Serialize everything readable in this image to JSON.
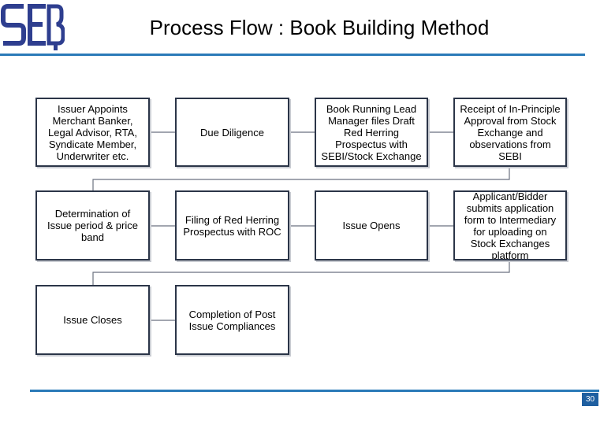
{
  "page": {
    "title": "Process Flow : Book Building Method",
    "page_number": "30"
  },
  "logo": {
    "text": "SEBI",
    "color": "#2e3e8f"
  },
  "colors": {
    "accent_rule": "#2a7ab8",
    "box_border": "#2b3548",
    "connector": "#6b7280",
    "page_badge": "#1f5fa0"
  },
  "steps": [
    {
      "id": "s1",
      "label": "Issuer Appoints Merchant Banker, Legal Advisor, RTA, Syndicate Member, Underwriter etc."
    },
    {
      "id": "s2",
      "label": "Due Diligence"
    },
    {
      "id": "s3",
      "label": "Book Running Lead Manager files Draft Red Herring Prospectus with SEBI/Stock Exchange"
    },
    {
      "id": "s4",
      "label": "Receipt of In-Principle Approval from Stock Exchange and observations from SEBI"
    },
    {
      "id": "s5",
      "label": "Determination of Issue period & price band"
    },
    {
      "id": "s6",
      "label": "Filing of Red Herring Prospectus with ROC"
    },
    {
      "id": "s7",
      "label": "Issue Opens"
    },
    {
      "id": "s8",
      "label": "Applicant/Bidder submits application form to Intermediary for uploading on Stock Exchanges platform"
    },
    {
      "id": "s9",
      "label": "Issue Closes"
    },
    {
      "id": "s10",
      "label": "Completion of Post Issue Compliances"
    }
  ]
}
